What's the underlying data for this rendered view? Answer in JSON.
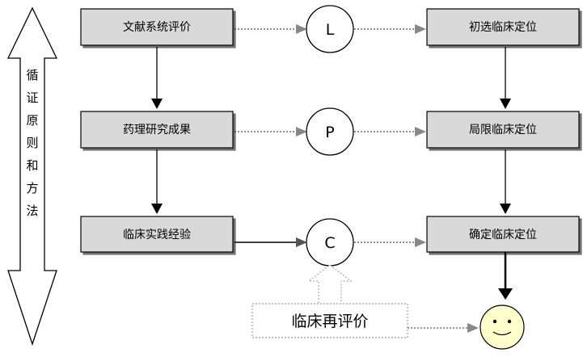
{
  "side_arrow": {
    "label": "循证原则和方法"
  },
  "left_column": [
    {
      "id": "literature",
      "label": "文献系统评价"
    },
    {
      "id": "pharmacology",
      "label": "药理研究成果"
    },
    {
      "id": "clinical",
      "label": "临床实践经验"
    }
  ],
  "circles": [
    {
      "id": "L",
      "label": "L"
    },
    {
      "id": "P",
      "label": "P"
    },
    {
      "id": "C",
      "label": "C"
    }
  ],
  "right_column": [
    {
      "id": "initial",
      "label": "初选临床定位"
    },
    {
      "id": "limited",
      "label": "局限临床定位"
    },
    {
      "id": "confirmed",
      "label": "确定临床定位"
    }
  ],
  "reevaluation": {
    "label": "临床再评价"
  },
  "colors": {
    "box_fill": "#d9d9d9",
    "line": "#000000",
    "dotted": "#777777",
    "hollow_arrow": "#bbbbbb"
  }
}
